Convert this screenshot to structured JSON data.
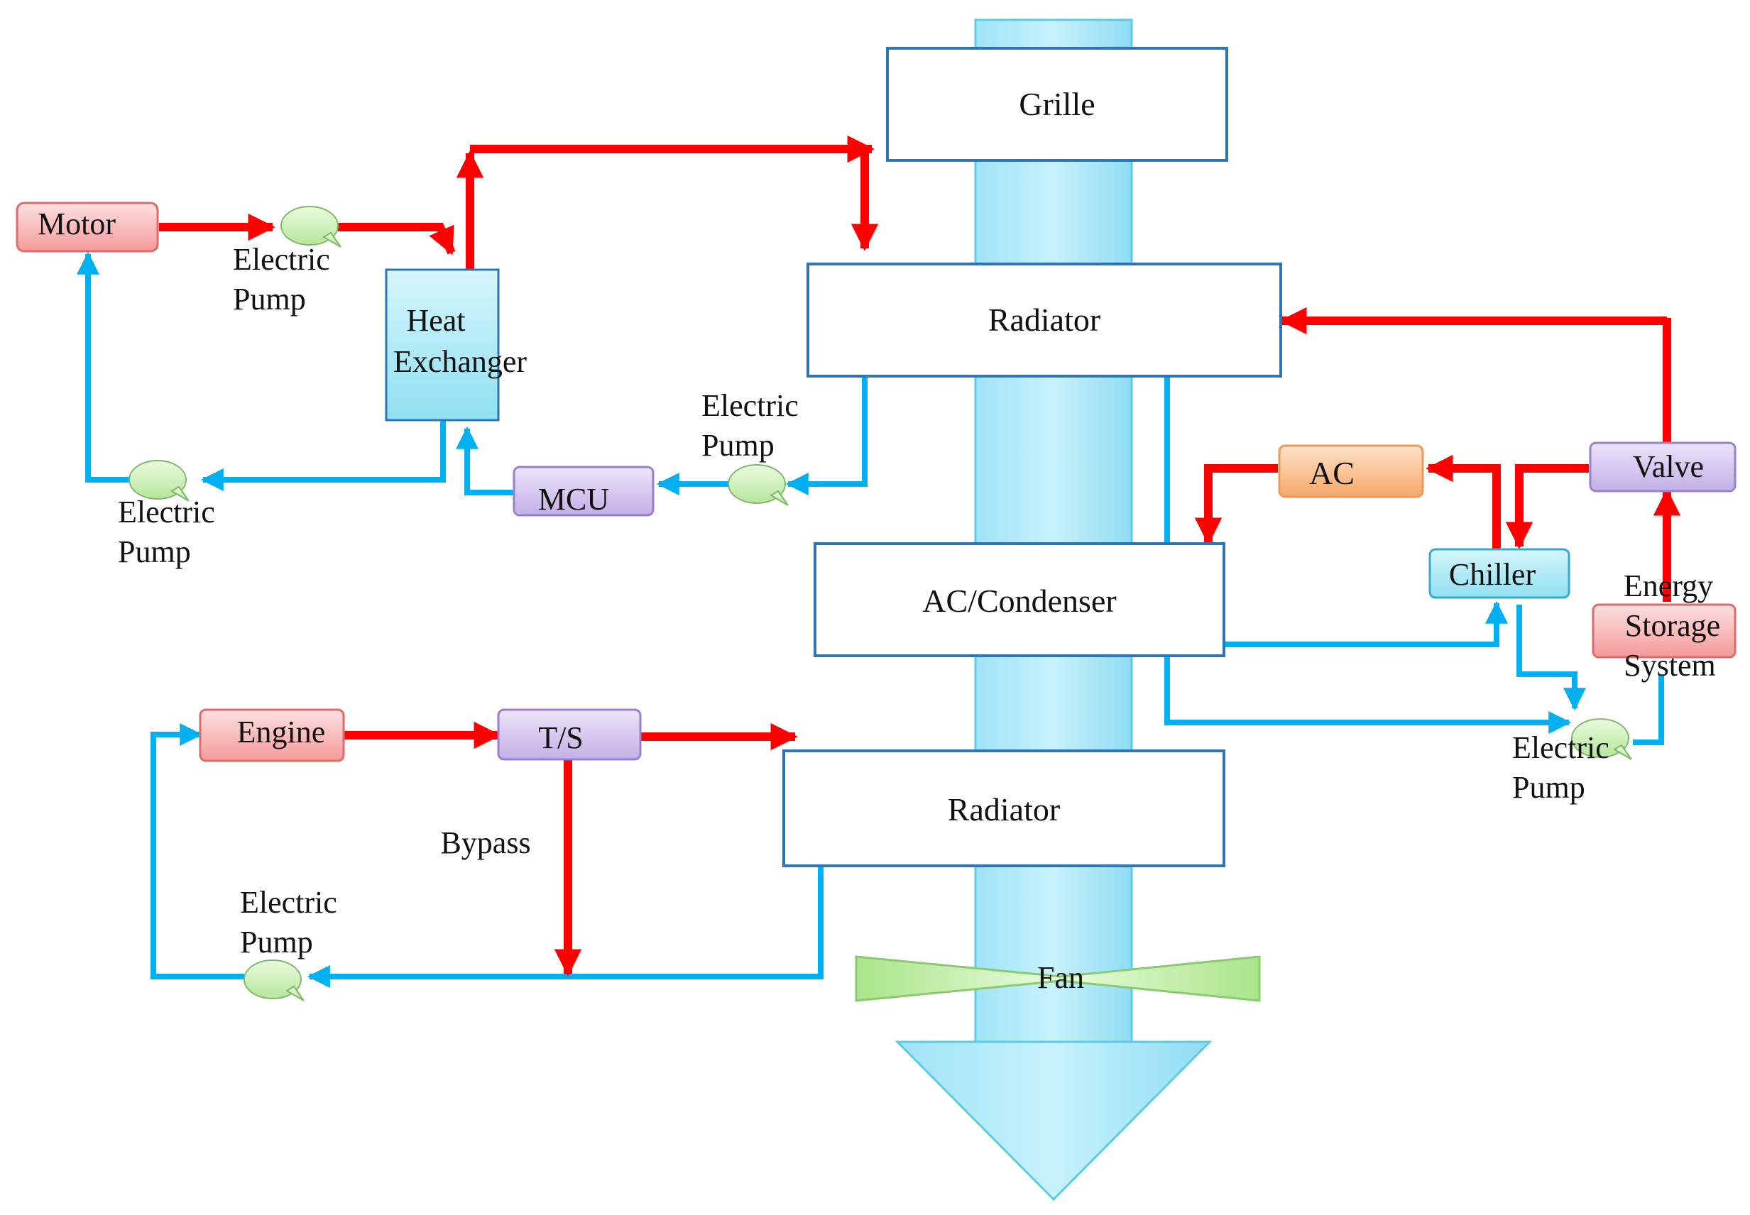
{
  "components": {
    "grille": "Grille",
    "radiator_top": "Radiator",
    "ac_condenser": "AC/Condenser",
    "radiator_bottom": "Radiator",
    "fan": "Fan",
    "motor": "Motor",
    "heat_exchanger_line1": "Heat",
    "heat_exchanger_line2": "Exchanger",
    "mcu": "MCU",
    "engine": "Engine",
    "thermostat": "T/S",
    "bypass": "Bypass",
    "ac": "AC",
    "chiller": "Chiller",
    "valve": "Valve",
    "ess_line1": "Energy",
    "ess_line2": "Storage",
    "ess_line3": "System"
  },
  "pump_label": {
    "line1": "Electric",
    "line2": "Pump"
  },
  "colors": {
    "hot_line": "#ff0000",
    "cold_line": "#00b0f0",
    "airflow": "#aeeaf8",
    "box_border": "#2e75b6",
    "red_box": "#f7b4b4",
    "purple_box": "#d4c4ee",
    "orange_box": "#f9c08c",
    "cyan_box": "#a8e8f5",
    "pump": "#cdf0b0",
    "fan": "#c8f0a0"
  }
}
